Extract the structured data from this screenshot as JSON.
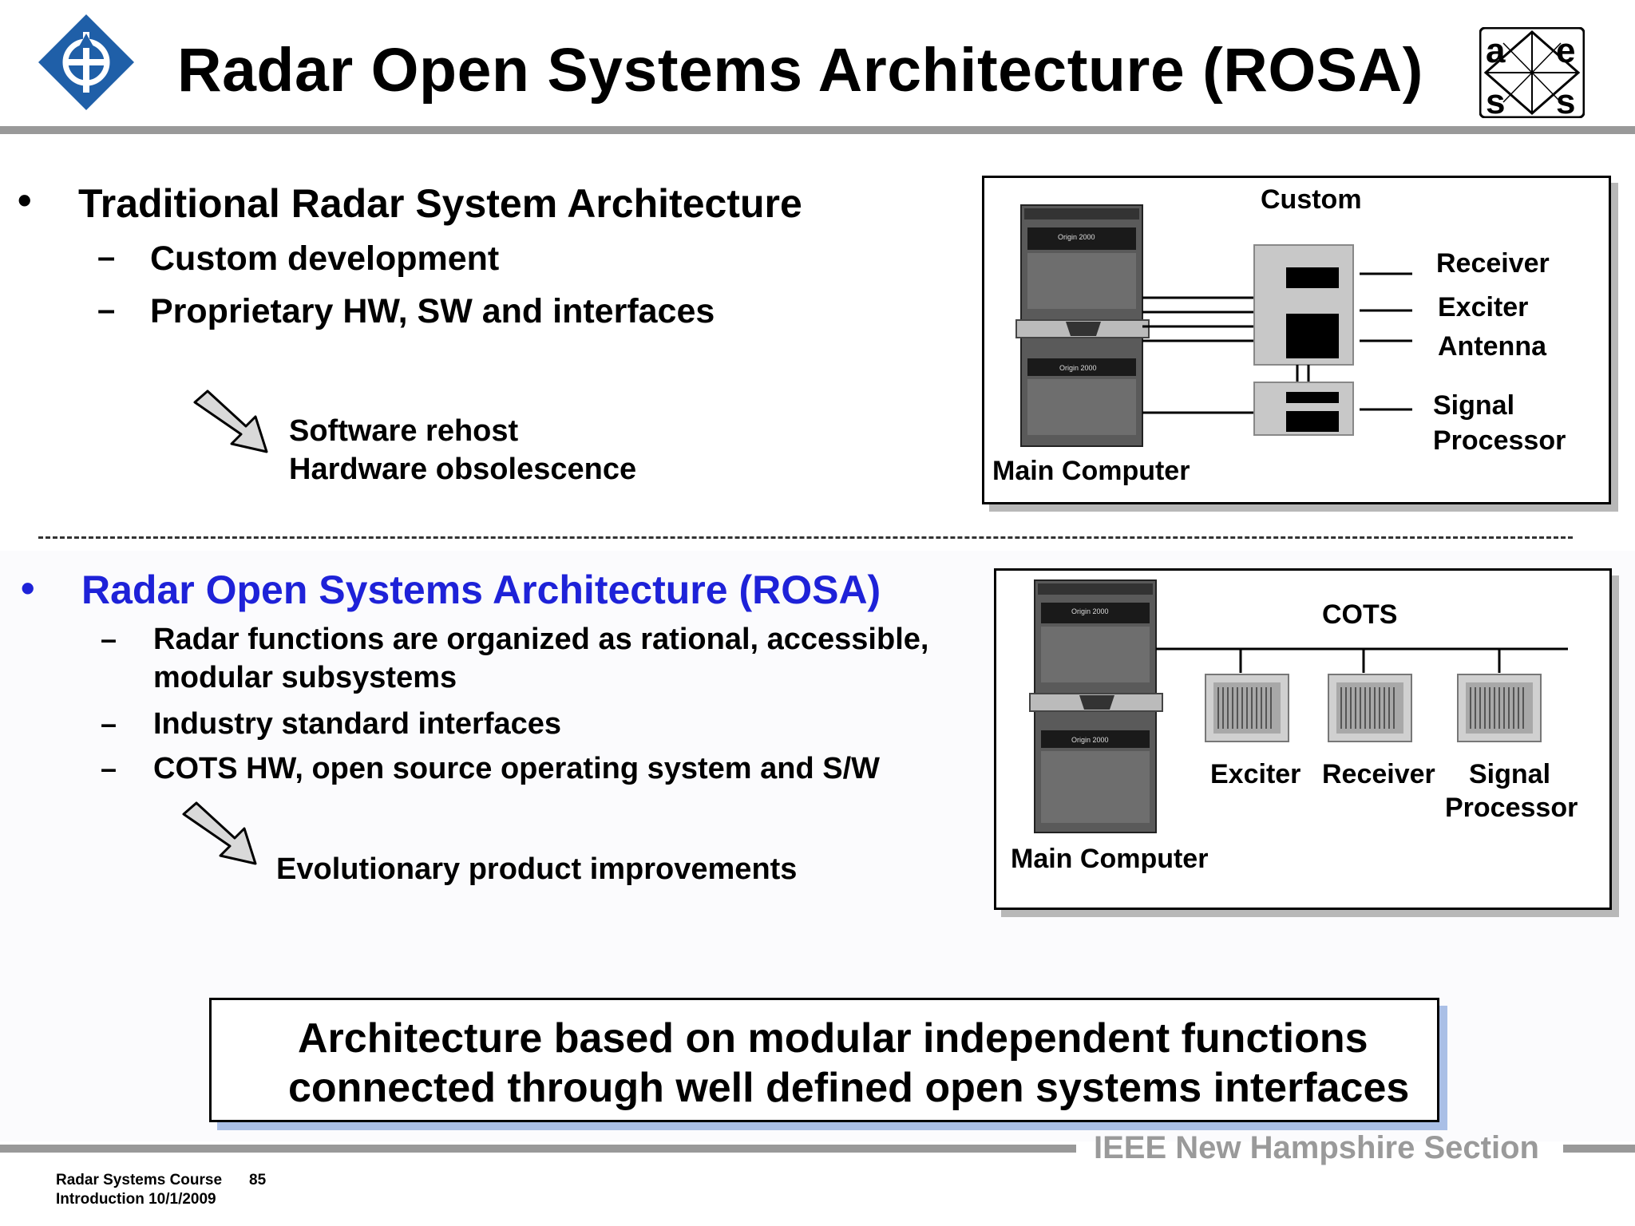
{
  "header": {
    "title": "Radar Open Systems Architecture (ROSA)",
    "logo_right_letters": [
      "a",
      "e",
      "s",
      "s"
    ]
  },
  "section_traditional": {
    "bullet": "Traditional Radar System Architecture",
    "subitems": [
      "Custom development",
      "Proprietary HW,  SW and interfaces"
    ],
    "arrow_text": [
      "Software rehost",
      "Hardware obsolescence"
    ]
  },
  "diagram_custom": {
    "title": "Custom",
    "rack_labels": [
      "Origin 2000",
      "Origin 2000"
    ],
    "labels": [
      "Receiver",
      "Exciter",
      "Antenna",
      "Signal",
      "Processor"
    ],
    "main_computer": "Main Computer"
  },
  "section_rosa": {
    "bullet": "Radar Open Systems Architecture (ROSA)",
    "subitems": [
      [
        "Radar functions are organized as rational, accessible,",
        "modular subsystems"
      ],
      [
        "Industry standard interfaces"
      ],
      [
        "COTS HW, open source operating system and S/W"
      ]
    ],
    "arrow_text": "Evolutionary product improvements"
  },
  "diagram_cots": {
    "title": "COTS",
    "rack_labels": [
      "Origin 2000",
      "Origin 2000"
    ],
    "labels": [
      "Exciter",
      "Receiver",
      "Signal",
      "Processor"
    ],
    "main_computer": "Main Computer"
  },
  "callout": {
    "line1": "Architecture based on modular independent functions",
    "line2": "connected through well defined open systems interfaces"
  },
  "footer": {
    "org": "IEEE New Hampshire Section",
    "course": "Radar Systems Course",
    "page": "85",
    "subtitle": "Introduction  10/1/2009"
  },
  "colors": {
    "rosa_blue": "#1e22d8",
    "bar_gray": "#999999",
    "callout_shadow": "#aabfe6",
    "ieee_logo_blue": "#1f5fa8"
  },
  "symbols": {
    "bullet": "•",
    "dash": "–"
  }
}
